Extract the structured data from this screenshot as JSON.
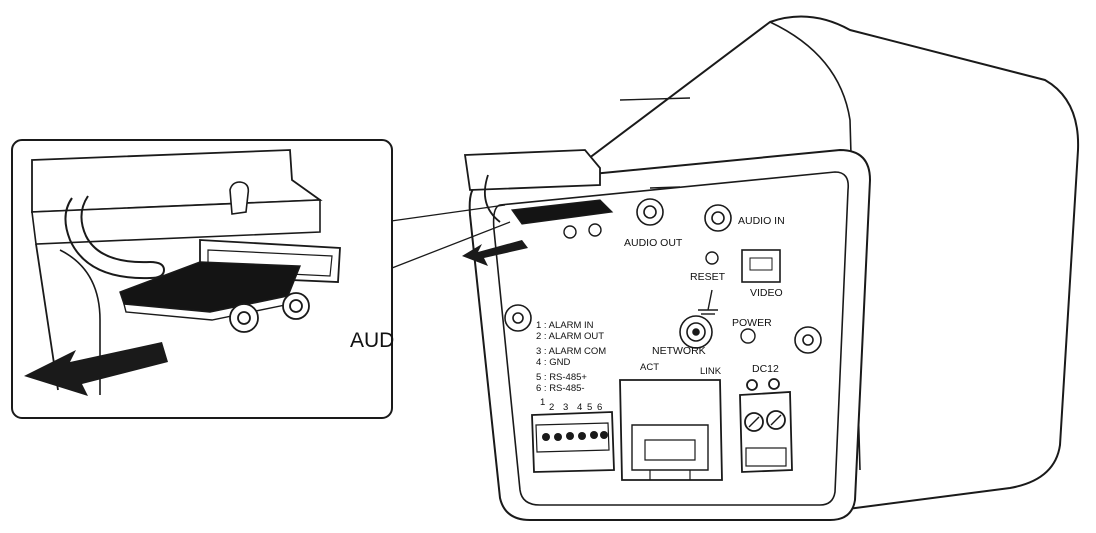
{
  "diagram": {
    "ports": {
      "audio_out": "AUDIO OUT",
      "audio_in": "AUDIO IN",
      "reset": "RESET",
      "video": "VIDEO",
      "power": "POWER",
      "network": "NETWORK",
      "act": "ACT",
      "link": "LINK",
      "dc12": "DC12"
    },
    "terminal_legend": [
      "1 : ALARM IN",
      "2 : ALARM OUT",
      "3 : ALARM COM",
      "4 : GND",
      "5 : RS-485+",
      "6 : RS-485-"
    ],
    "terminal_pins": [
      "1",
      "2",
      "3",
      "4",
      "5",
      "6"
    ],
    "callout_label": "AUD"
  },
  "colors": {
    "line": "#1a1a1a",
    "fill": "#ffffff",
    "card": "#141414"
  }
}
